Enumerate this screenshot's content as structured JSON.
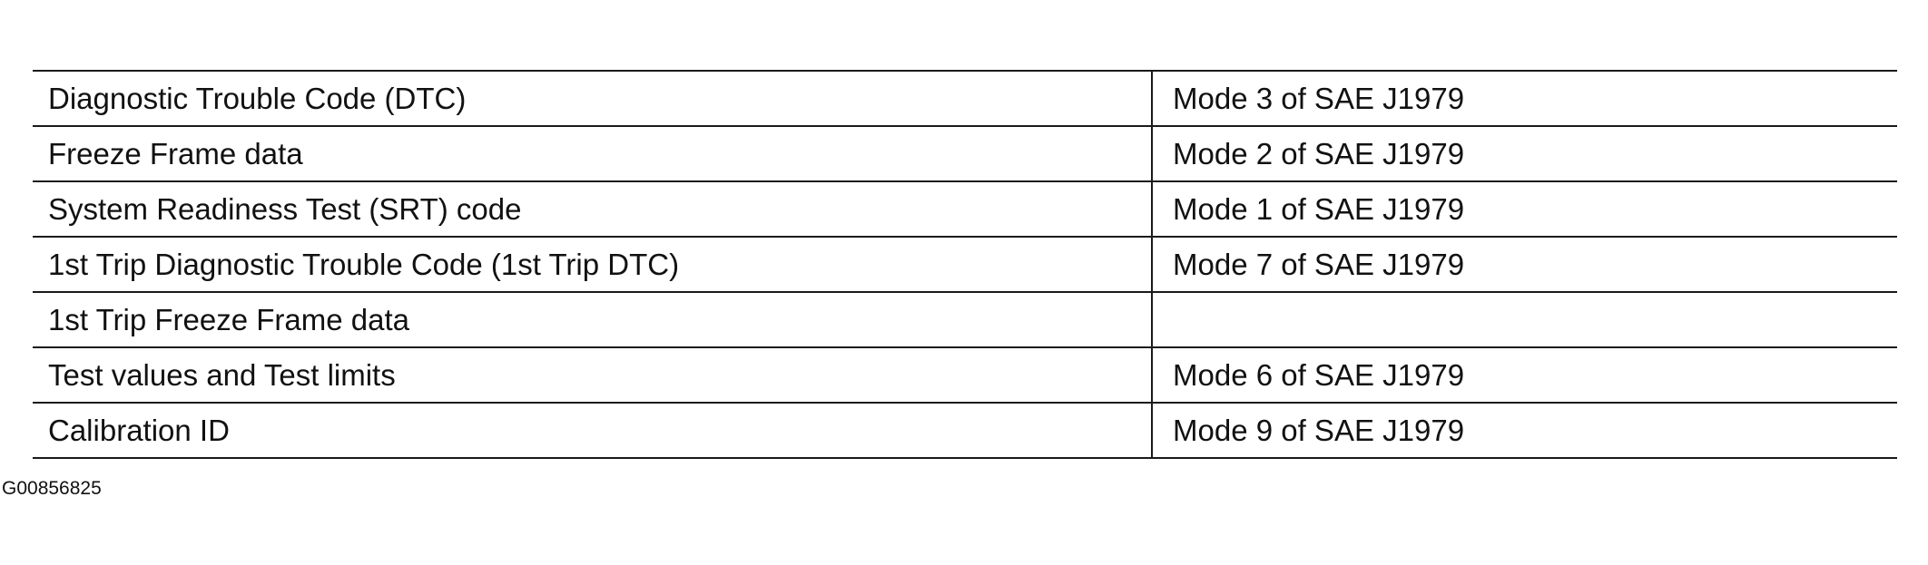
{
  "table": {
    "rows": [
      {
        "item": "Diagnostic Trouble Code (DTC)",
        "mode": "Mode 3 of SAE J1979"
      },
      {
        "item": "Freeze Frame data",
        "mode": "Mode 2 of SAE J1979"
      },
      {
        "item": "System Readiness Test (SRT) code",
        "mode": "Mode 1 of SAE J1979"
      },
      {
        "item": "1st Trip Diagnostic Trouble Code (1st Trip DTC)",
        "mode": "Mode 7 of SAE J1979"
      },
      {
        "item": "1st Trip Freeze Frame data",
        "mode": ""
      },
      {
        "item": "Test values and Test limits",
        "mode": "Mode 6 of SAE J1979"
      },
      {
        "item": "Calibration ID",
        "mode": "Mode 9 of SAE J1979"
      }
    ]
  },
  "figure_id": "G00856825"
}
